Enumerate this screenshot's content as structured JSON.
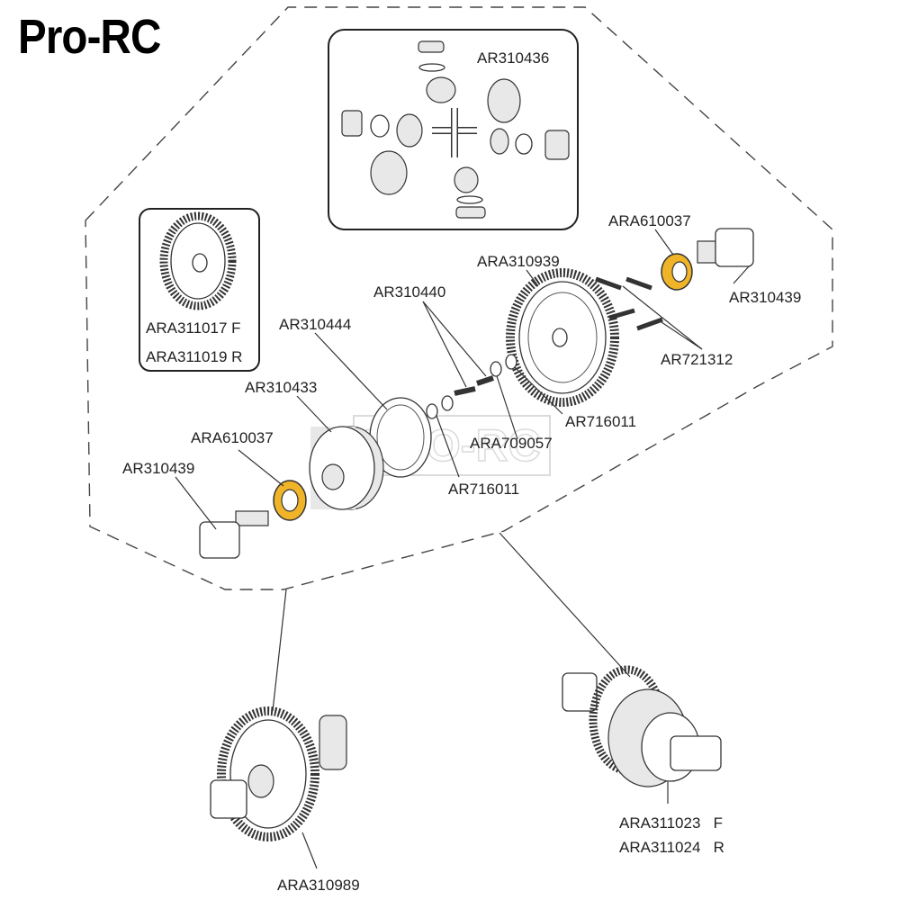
{
  "brand": "Pro-RC",
  "watermark": "PRO-RC",
  "highlight_color": "#f0b429",
  "inset_diff_gears": {
    "label": "AR310436"
  },
  "inset_ring_gear": {
    "label_front": "ARA311017 F",
    "label_rear": "ARA311019 R"
  },
  "parts": [
    {
      "id": "ara610037_top",
      "label": "ARA610037"
    },
    {
      "id": "ar310439_right",
      "label": "AR310439"
    },
    {
      "id": "ara310939",
      "label": "ARA310939"
    },
    {
      "id": "ar310440",
      "label": "AR310440"
    },
    {
      "id": "ar310444",
      "label": "AR310444"
    },
    {
      "id": "ar721312",
      "label": "AR721312"
    },
    {
      "id": "ar310433",
      "label": "AR310433"
    },
    {
      "id": "ar716011_right",
      "label": "AR716011"
    },
    {
      "id": "ara610037_left",
      "label": "ARA610037"
    },
    {
      "id": "ara709057",
      "label": "ARA709057"
    },
    {
      "id": "ar310439_left",
      "label": "AR310439"
    },
    {
      "id": "ar716011_bottom",
      "label": "AR716011"
    }
  ],
  "assemblies": [
    {
      "id": "ara310989",
      "label": "ARA310989"
    },
    {
      "id": "ara311023",
      "label": "ARA311023   F"
    },
    {
      "id": "ara311024",
      "label": "ARA311024   R"
    }
  ]
}
